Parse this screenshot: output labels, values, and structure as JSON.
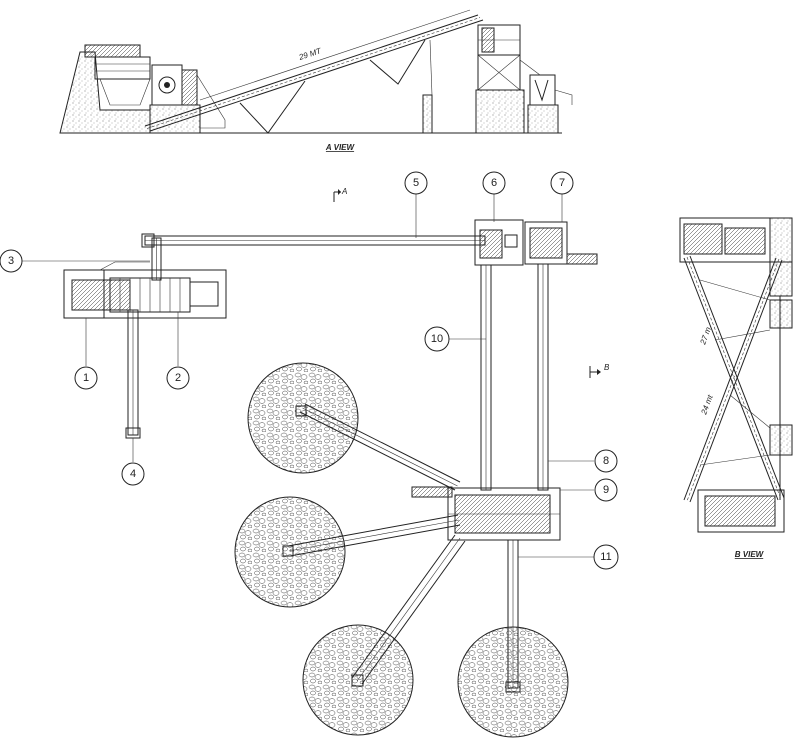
{
  "views": {
    "a_view_label": "A VIEW",
    "b_view_label": "B VIEW"
  },
  "dimensions": {
    "main_conveyor_length": "29 MT",
    "b_view_conveyor_upper": "27 m",
    "b_view_conveyor_lower": "24 mt"
  },
  "section_markers": {
    "a": "A",
    "b": "B"
  },
  "callouts": [
    "1",
    "2",
    "3",
    "4",
    "5",
    "6",
    "7",
    "8",
    "9",
    "10",
    "11"
  ]
}
